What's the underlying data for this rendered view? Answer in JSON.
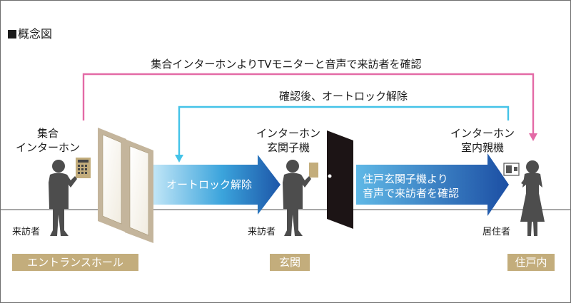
{
  "heading": "概念図",
  "top_flow_label": "集合インターホンよりTVモニターと音声で来訪者を確認",
  "second_flow_label": "確認後、オートロック解除",
  "left_device": {
    "line1": "集合",
    "line2": "インターホン"
  },
  "middle_device": {
    "line1": "インターホン",
    "line2": "玄関子機"
  },
  "right_device": {
    "line1": "インターホン",
    "line2": "室内親機"
  },
  "arrow_left_label": "オートロック解除",
  "arrow_right_label": {
    "line1": "住戸玄関子機より",
    "line2": "音声で来訪者を確認"
  },
  "person_labels": {
    "left": "来訪者",
    "middle": "来訪者",
    "right": "居住者"
  },
  "places": {
    "entrance_hall": "エントランスホール",
    "genkan": "玄関",
    "unit_inside": "住戸内"
  },
  "colors": {
    "pink": "#e36aa6",
    "cyan": "#44c3e8",
    "beige": "#c3ad7c",
    "figure": "#4d4d4d"
  }
}
